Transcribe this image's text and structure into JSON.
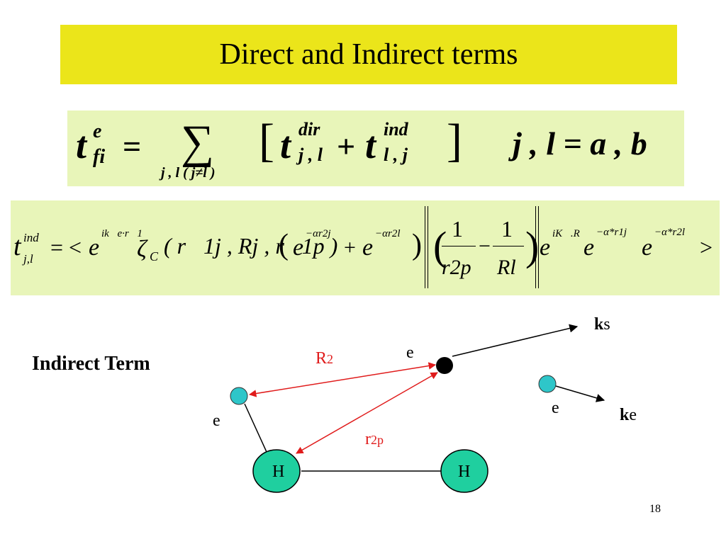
{
  "slide": {
    "title": "Direct and Indirect terms",
    "page_number": "18"
  },
  "equation1": {
    "lhs_t": "t",
    "lhs_sup": "e",
    "lhs_sub": "fi",
    "equals": "=",
    "sum_symbol": "∑",
    "sum_sub": "j , l ( j≠l )",
    "bracket_open": "[",
    "t_dir": "t",
    "dir_sup": "dir",
    "dir_sub": "j , l",
    "plus": "+",
    "t_ind": "t",
    "ind_sup": "ind",
    "ind_sub": "l , j",
    "bracket_close": "]",
    "condition": "j , l = a , b"
  },
  "equation2": {
    "lhs_t": "t",
    "lhs_sup": "ind",
    "lhs_sub": "j,l",
    "eq_lt": "= <",
    "e1": "e",
    "e1_exp": "ik⃗e·r⃗1",
    "zeta": "ζ",
    "zeta_sub": "C",
    "zeta_args": "( r⃗1j , Rj , r⃗1p )",
    "paren_exp_open": "(",
    "e2": "e",
    "e2_exp": "−αr2j",
    "plus": "+",
    "e3": "e",
    "e3_exp": "−αr2l",
    "paren_exp_close": ")",
    "frac1_num": "1",
    "frac1_den": "r2p",
    "minus": "−",
    "frac2_num": "1",
    "frac2_den": "Rl",
    "e4": "e",
    "e4_exp": "iK⃗.R⃗",
    "e5": "e",
    "e5_exp": "−α*r1j",
    "e6": "e",
    "e6_exp": "−α*r2l",
    "gt": ">"
  },
  "diagram": {
    "label": "Indirect Term",
    "electron_label_top": "e",
    "electron_label_left": "e",
    "electron_label_right": "e",
    "R2_label": "R",
    "R2_sub": "2",
    "r2p_label": "r",
    "r2p_sub": "2p",
    "ks_bold": "k",
    "ks_rest": "s",
    "ke_bold": "k",
    "ke_rest": "e",
    "nucleus_left": "H",
    "nucleus_right": "H",
    "colors": {
      "red_arrow": "#e01b1b",
      "nucleus_fill": "#1fcf9f",
      "electron_fill": "#2ec6c9",
      "title_bg": "#ebe51a",
      "eq_bg": "#e8f5b9"
    }
  }
}
